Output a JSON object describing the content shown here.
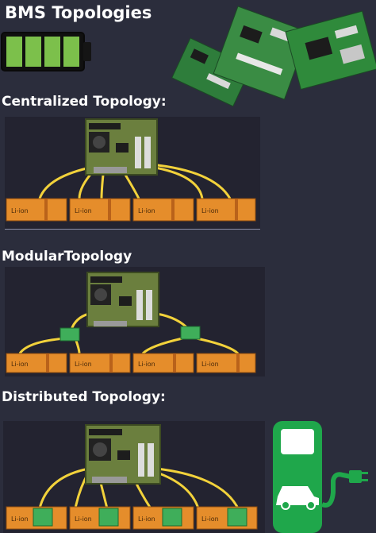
{
  "titles": {
    "main": "BMS Topologies",
    "centralized": "Centralized Topology:",
    "modular": "ModularTopology",
    "distributed": "Distributed Topology:"
  },
  "cell_label": "Li-ion",
  "battery_icon": {
    "name": "battery-icon",
    "level_segments": 4,
    "total_segments": 4,
    "color": "#7cc04b"
  },
  "charger_icon": {
    "name": "ev-charging-station-icon",
    "color": "#1fa74b"
  },
  "colors": {
    "background": "#2b2d3c",
    "cell": "#e58d2b",
    "wire": "#f2d23b",
    "board": "#6b7f3e",
    "slave_board": "#3fae5a"
  }
}
